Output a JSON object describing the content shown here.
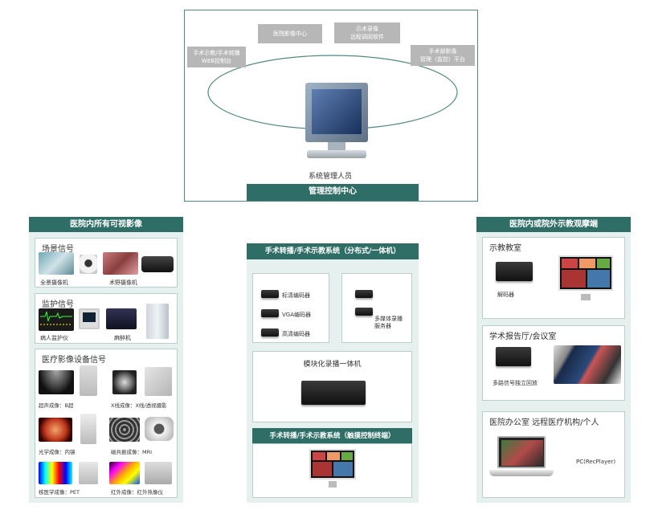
{
  "top": {
    "nodes": {
      "n1": "手术示教/手术转播\nWEB控制台",
      "n2": "医院影像中心",
      "n3": "示术录像\n远程调阅软件",
      "n4": "手术部影像\n管理（监控）平台"
    },
    "admin_label": "系统管理人员",
    "control_center": "管理控制中心"
  },
  "left": {
    "header": "医院内所有可视影像",
    "scene": {
      "title": "场景信号",
      "items": [
        "全景摄像机",
        "术野摄像机"
      ]
    },
    "monitor": {
      "title": "监护信号",
      "items": [
        "病人监护仪",
        "麻醉机"
      ]
    },
    "medical": {
      "title": "医疗影像设备信号",
      "items": [
        "超声成像：B超",
        "X线成像：X线/透视摄影",
        "光学成像：内镜",
        "磁共振成像：MRI",
        "核医学成像：PET",
        "红外成像：红外热像仪"
      ]
    }
  },
  "middle": {
    "header": "手术转播/手术示教系统（分布式/一体机）",
    "devices_a": [
      "标清编码器",
      "VGA编码器",
      "高清编码器"
    ],
    "devices_b": "多媒体录播\n服务器",
    "module_title": "模块化录播一体机",
    "terminal_header": "手术转播/手术示教系统（触摸控制终端）"
  },
  "right": {
    "header": "医院内或院外示教观摩端",
    "classroom": {
      "title": "示教教室",
      "device": "解码器"
    },
    "hall": {
      "title": "学术报告厅/会议室",
      "device": "多路信号独立回放"
    },
    "office": {
      "title": "医院办公室  远程医疗机构/个人",
      "device": "PC(RecPlayer)"
    }
  },
  "colors": {
    "teal": "#2f6e66",
    "panel": "#e6f0ee",
    "border": "#4e8a80"
  }
}
